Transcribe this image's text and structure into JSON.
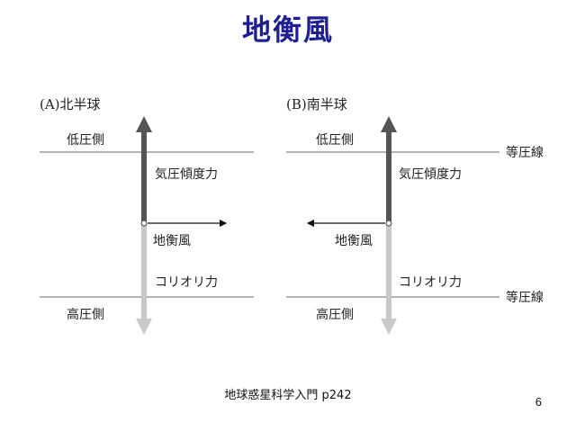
{
  "title": "地衡風",
  "panels": [
    {
      "label": "(A)北半球",
      "low_pressure": "低圧側",
      "high_pressure": "高圧側",
      "pressure_gradient_force": "気圧傾度力",
      "geostrophic_wind": "地衡風",
      "coriolis_force": "コリオリ力",
      "isobar_label": ""
    },
    {
      "label": "(B)南半球",
      "low_pressure": "低圧側",
      "high_pressure": "高圧側",
      "pressure_gradient_force": "気圧傾度力",
      "geostrophic_wind": "地衡風",
      "coriolis_force": "コリオリ力",
      "isobar_label": "等圧線"
    }
  ],
  "source": "地球惑星科学入門 p242",
  "page_number": "6",
  "colors": {
    "title": "#1f1f8f",
    "pressure_gradient_arrow": "#555555",
    "coriolis_arrow": "#c8c8c8",
    "isobar": "#888888",
    "wind_arrow": "#111111"
  }
}
